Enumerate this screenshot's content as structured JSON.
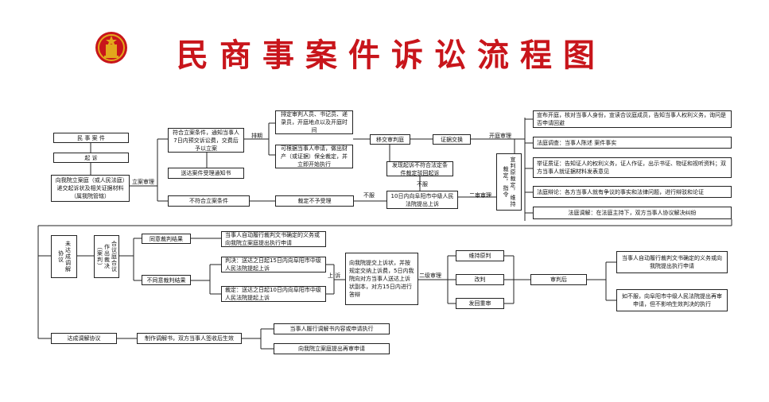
{
  "title": "民商事案件诉讼流程图",
  "colors": {
    "title": "#c8151b",
    "emblem_gold": "#e2a81c",
    "lines": "#222222"
  },
  "nodes": {
    "civil_case": "民 事 案 件",
    "sue": "起    诉",
    "file": "向我院立案庭（或人民法庭）递交起诉状及相关证据材料（属我院管辖）",
    "meet": "符合立案条件，通知当事人7日内预交诉讼费，交费后予以立案",
    "notice": "送达案件受理通知书",
    "not_meet": "不符合立案条件",
    "no_accept": "裁定不予受理",
    "assign": "排定审判人员、书记员、递录员，开庭地点以及开庭时间",
    "preserve": "可根据当事人申请，做出财产（或证据）保全裁定，并立即开始执行",
    "transfer": "移交审判庭",
    "evidence": "证据交换",
    "dismiss": "发现起诉不符合法定条件裁定驳回起诉",
    "appeal_city": "10日内向阜阳市中级人民法院提出上诉",
    "judgment_v": "宣判原裁定，维持裁定，指令",
    "court_open": "宣布开庭，核对当事人身份，宣读合议庭成员，告知当事人权利义务，询问是否申请回避",
    "investigation": "法庭调查：当事人陈述  案件事实",
    "proof": "举证质证：告知证人的权利义务，证人作证，出示书证、物证和视听资料；双方当事人就证据材料发表意见",
    "debate": "法庭辩论：各方当事人就有争议的事实和法律问题，进行辩驳和论证",
    "mediation": "法庭调解：在法庭主持下，双方当事人协议解决纠纷",
    "no_agree_v": "未达成调解协议",
    "collegial_v": "合议庭合议作出裁决（案判）",
    "agree_result": "同意裁判结果",
    "agree_exec": "当事人自动履行裁判文书确定的义务或向我院立案庭提出执行申请",
    "disagree_result": "不同意裁判结果",
    "judgment_appeal": "判决：送达之日起15日内向阜阳市中级人民法院提起上诉",
    "ruling_appeal": "裁定：送达之日起10日内向阜阳市中级人民法院提起上诉",
    "submit_appeal": "向我院提交上诉状，并按规定交纳上诉费，5日内我院向对方当事人送达上诉状副本，对方15日内进行答辩",
    "uphold": "维持原判",
    "change": "改判",
    "remand": "发回重审",
    "trial_after": "审判后",
    "exec2": "当事人自动履行裁判文书确定的义务或向我院提出执行申请",
    "retrial": "如不服，向阜阳市中级人民法院提出再审申请，但不影响生效判决的执行",
    "reach_agree": "达成调解协议",
    "make_doc": "制作调解书，双方当事人签收后生效",
    "exec3": "当事人履行调解书内容或申请执行",
    "retrial3": "向我院立案庭提出再审申请"
  },
  "labels": {
    "filing_review": "立案审理",
    "schedule": "排期",
    "open_trial": "开庭审理",
    "no_appeal": "不服",
    "second_trial": "二审审理",
    "no_appeal2": "不服",
    "appeal": "上 诉",
    "second_trial2": "二级审理"
  }
}
